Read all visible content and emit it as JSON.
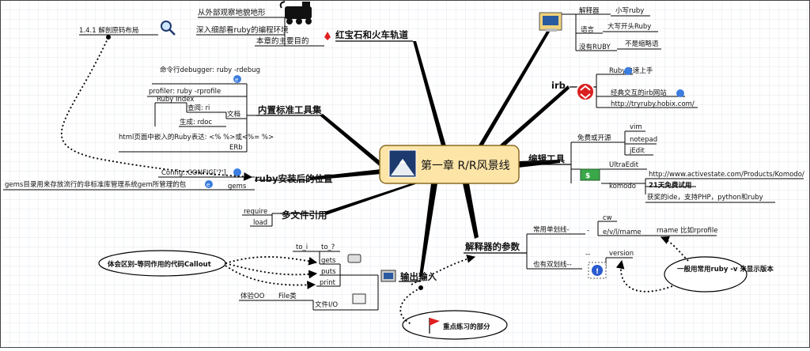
{
  "colors": {
    "grid": "#d9dfe8",
    "line": "#000000",
    "center_fill": "#fde5a8",
    "center_border": "#8a6b24",
    "link": "#1a2fb0",
    "dotted": "#000000"
  },
  "center": {
    "title": "第一章 R/R风景线"
  },
  "topics": {
    "ruby_rails": "红宝石和火车轨道",
    "builtin_tools": "内置标准工具集",
    "install": "ruby安装后的位置",
    "multi_file": "多文件引用",
    "io": "输出输入",
    "interpreter_params": "解释器的参数",
    "editor": "编辑工具",
    "irb": "irb"
  },
  "ruby_rails": {
    "purpose": "本章的主要目的",
    "outside": "从外部观察地貌地形",
    "inside": "深入细部看ruby的编程环境",
    "layout": "1.4.1 解剖原码布局"
  },
  "builtin_tools": {
    "debugger": "命令行debugger: ruby -rdebug",
    "profiler": "profiler: ruby -rprofile",
    "ri_name": "Ruby Index",
    "ri_lookup": "查阅: ri",
    "ri_gen": "生成: rdoc",
    "doc": "文档",
    "erb_desc": "html页面中嵌入的Ruby表达: <% %>或<%= %>",
    "erb": "ERb"
  },
  "install": {
    "config": "Config::CONFIG['?']",
    "gems_desc": "gems目录用来存放流行的非标准库管理系统gem所管理的包",
    "gems": "gems"
  },
  "multi_file": {
    "require": "require",
    "load": "load"
  },
  "io": {
    "to_i": "to_i",
    "to_q": "to_?",
    "gets": "gets",
    "puts": "puts",
    "print": "print",
    "callout": "体会区别-等同作用的代码Callout",
    "oo": "体验OO",
    "file_class": "File类",
    "file_io": "文件I/O",
    "practice": "重点练习的部分"
  },
  "interpreter_params": {
    "single": "常用单划线-",
    "dash": "-",
    "cw": "cw",
    "evilrname": "e/v/l/rname",
    "rname_note": "rname 比如rprofile",
    "double": "也有双划线--",
    "ddash": "--",
    "version": "version",
    "note": "一般用常用ruby -v 来显示版本"
  },
  "editor": {
    "free": "免费或开源",
    "vim": "vim",
    "notepad": "notepad",
    "jedit": "jEdit",
    "ultraedit": "UltraEdit",
    "komodo": "komodo",
    "komodo_url": "http://www.activestate.com/Products/Komodo/",
    "trial": "21天免费试用",
    "award": "获奖的ide，支持PHP，python和ruby"
  },
  "irb": {
    "quickstart": "Ruby快速上手",
    "classic": "经典交互的irb网站",
    "url": "http://tryruby.hobix.com/"
  },
  "interpreter": {
    "label": "解释器",
    "lang": "语言",
    "no_ruby": "没有RUBY",
    "small": "小写ruby",
    "big": "大写开头Ruby",
    "not_abbr": "不是缩略语"
  }
}
